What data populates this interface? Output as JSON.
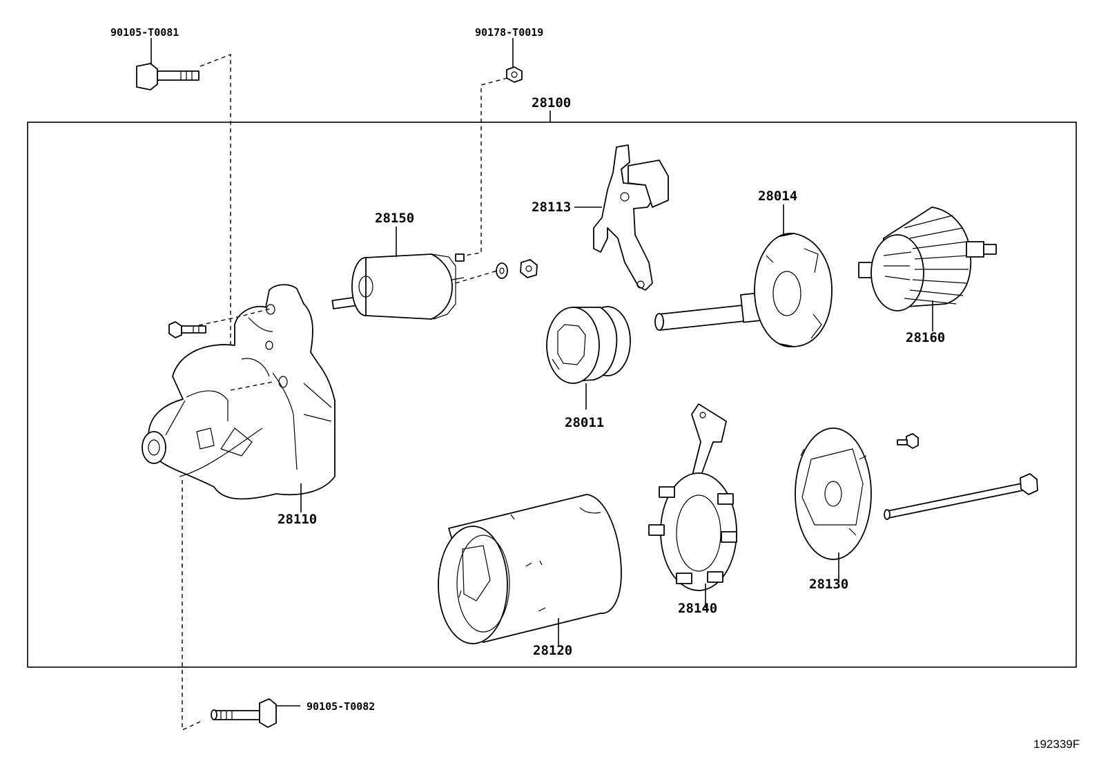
{
  "callouts": {
    "bolt_top": "90105-T0081",
    "nut_top": "90178-T0019",
    "assembly": "28100",
    "solenoid": "28150",
    "lever": "28113",
    "yoke_end": "28014",
    "armature": "28160",
    "clutch": "28011",
    "housing": "28110",
    "yoke": "28120",
    "brush_holder": "28140",
    "end_frame": "28130",
    "bolt_bottom": "90105-T0082"
  },
  "figure_ref": "192339F"
}
